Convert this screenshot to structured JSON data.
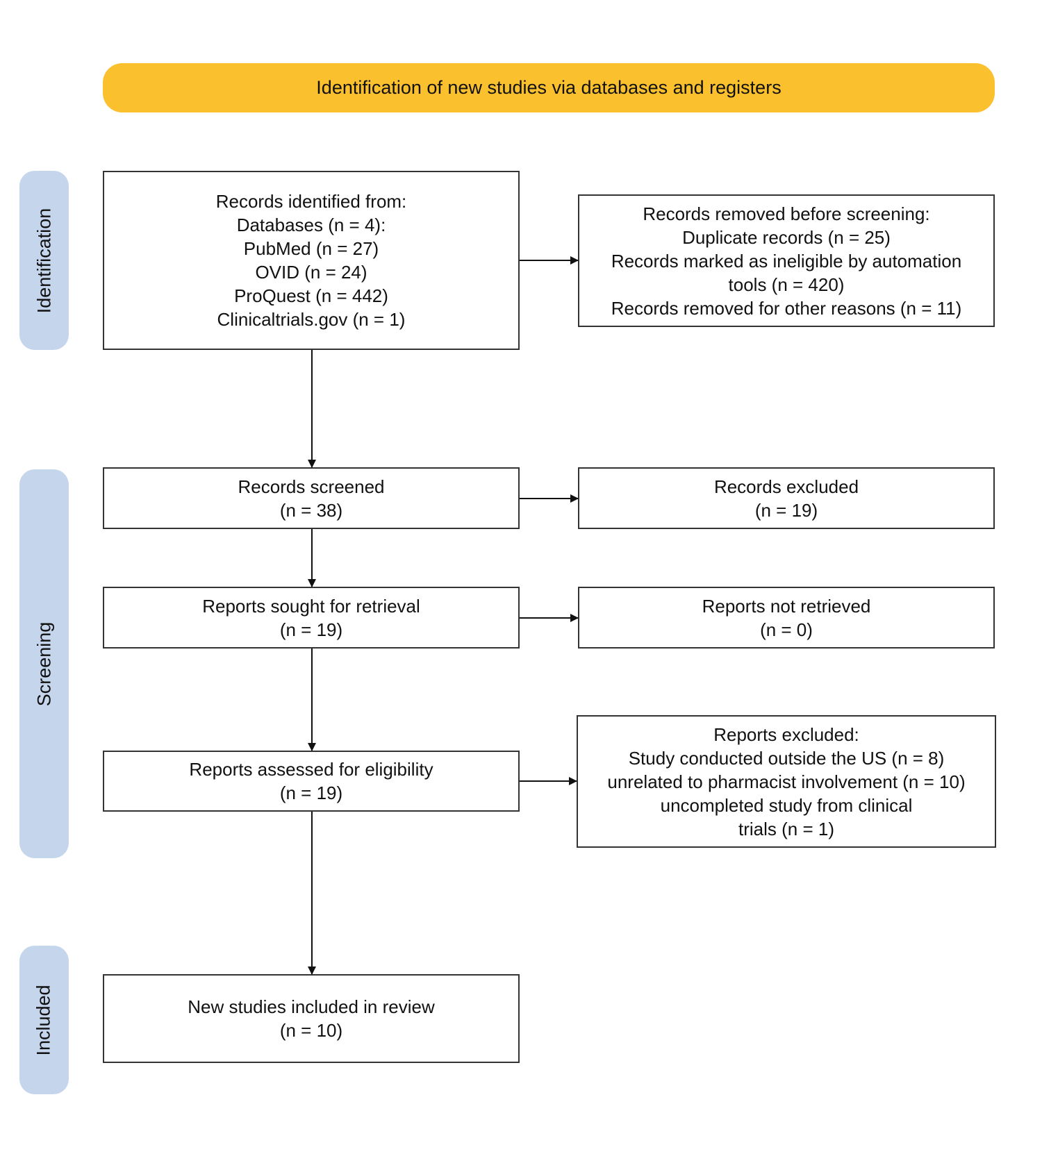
{
  "banner": {
    "title": "Identification of new studies via databases and registers",
    "color": "#fbc02d"
  },
  "stages": {
    "identification": "Identification",
    "screening": "Screening",
    "included": "Included",
    "color": "#c5d5ec"
  },
  "identified": {
    "heading": "Records identified from:",
    "lines": [
      "Databases (n = 4):",
      "PubMed (n = 27)",
      "OVID (n = 24)",
      "ProQuest (n = 442)",
      "Clinicaltrials.gov (n = 1)"
    ]
  },
  "removed": {
    "heading": "Records removed before screening:",
    "lines": [
      "Duplicate records (n = 25)",
      "Records marked as ineligible by automation",
      "tools (n = 420)",
      "Records removed for other reasons (n = 11)"
    ]
  },
  "screened": {
    "label": "Records screened",
    "count": "(n = 38)"
  },
  "excluded": {
    "label": "Records excluded",
    "count": "(n = 19)"
  },
  "sought": {
    "label": "Reports sought for retrieval",
    "count": "(n = 19)"
  },
  "not_retrieved": {
    "label": "Reports not retrieved",
    "count": "(n = 0)"
  },
  "assessed": {
    "label": "Reports assessed for eligibility",
    "count": "(n = 19)"
  },
  "reports_excluded": {
    "heading": "Reports excluded:",
    "lines": [
      "Study conducted outside the US (n = 8)",
      "unrelated to pharmacist involvement (n = 10)",
      "uncompleted study from clinical",
      "trials (n = 1)"
    ]
  },
  "included_box": {
    "label": "New studies included in review",
    "count": "(n = 10)"
  }
}
